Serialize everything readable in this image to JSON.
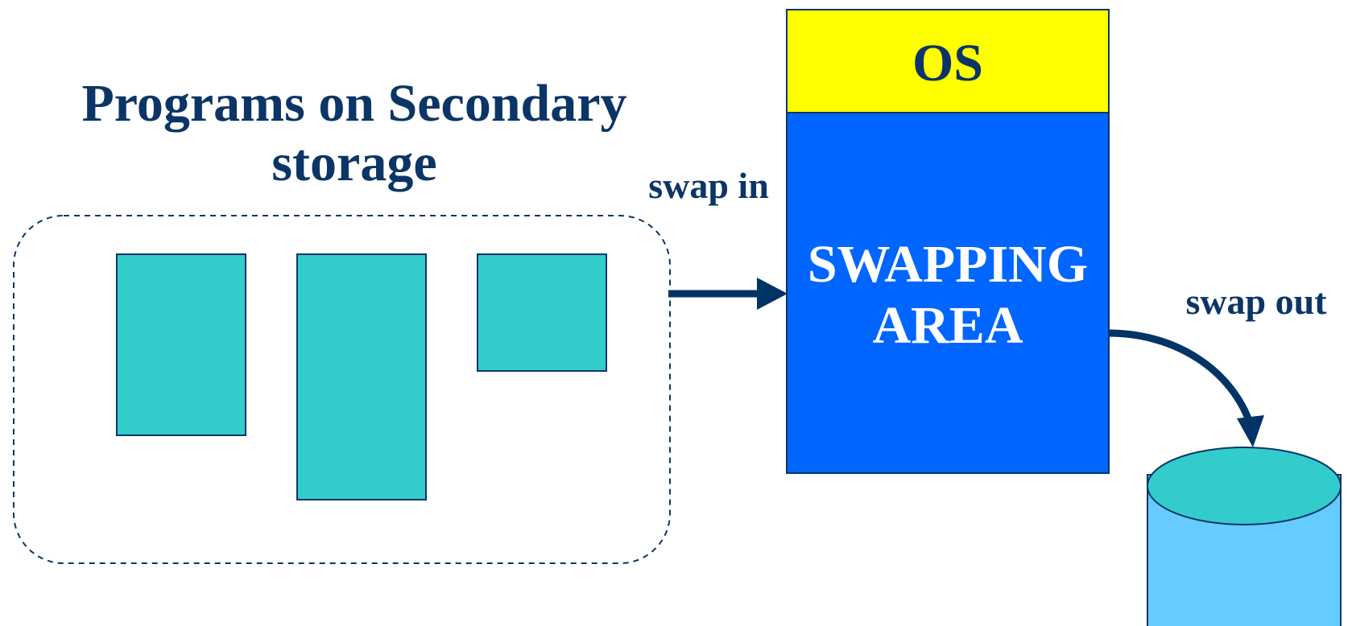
{
  "title": {
    "line1": "Programs on Secondary",
    "line2": "storage"
  },
  "memory": {
    "os_label": "OS",
    "swap_area_line1": "SWAPPING",
    "swap_area_line2": "AREA"
  },
  "arrows": {
    "swap_in": "swap in",
    "swap_out": "swap out"
  },
  "colors": {
    "text_navy": "#0b3566",
    "program_block": "#33cccc",
    "os_yellow": "#ffff00",
    "swap_area_blue": "#0066ff",
    "disk_body": "#66ccff",
    "disk_top": "#33cccc",
    "arrow_navy": "#003366"
  }
}
